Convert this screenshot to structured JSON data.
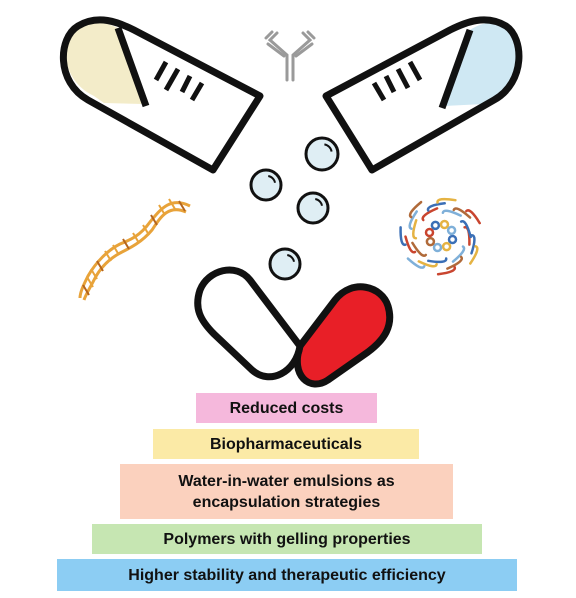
{
  "colors": {
    "outline": "#111111",
    "tube_left_fill": "#f3ecc9",
    "tube_right_fill": "#cfe8f3",
    "capsule_right_fill": "#e81f27",
    "bubble_fill": "#dfeef4",
    "antibody_stroke": "#9a9a9a",
    "dna_color": "#e8a33a",
    "protein_colors": [
      "#c9452f",
      "#3b6fb6",
      "#e5b343",
      "#7fb0d9",
      "#b06a3a"
    ]
  },
  "icons": [
    "test-tube-left-icon",
    "test-tube-right-icon",
    "antibody-icon",
    "dna-strand-icon",
    "protein-structure-icon",
    "bubble-icon",
    "capsule-icon"
  ],
  "pyramid": {
    "levels": [
      {
        "label": "Reduced costs",
        "color": "#f5b8dc"
      },
      {
        "label": "Biopharmaceuticals",
        "color": "#fbeaa6"
      },
      {
        "label": "Water-in-water emulsions as\nencapsulation strategies",
        "color": "#fbd1be"
      },
      {
        "label": "Polymers with gelling properties",
        "color": "#c6e6b2"
      },
      {
        "label": "Higher stability and therapeutic efficiency",
        "color": "#8ccdf3"
      }
    ]
  }
}
